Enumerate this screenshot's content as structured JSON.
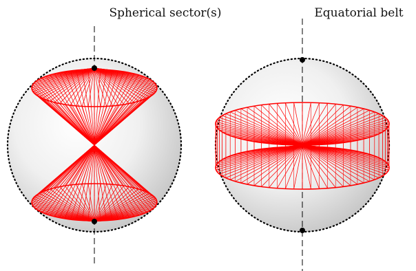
{
  "panels": [
    {
      "title": "Spherical sector(s)",
      "shape": "double-cone"
    },
    {
      "title": "Equatorial belt",
      "shape": "belt"
    }
  ],
  "colors": {
    "line": "#ff0000",
    "sphere_outline": "#000000",
    "axis": "#000000",
    "sphere_fill_light": "#ffffff",
    "sphere_fill_dark": "#c8c8c8"
  }
}
